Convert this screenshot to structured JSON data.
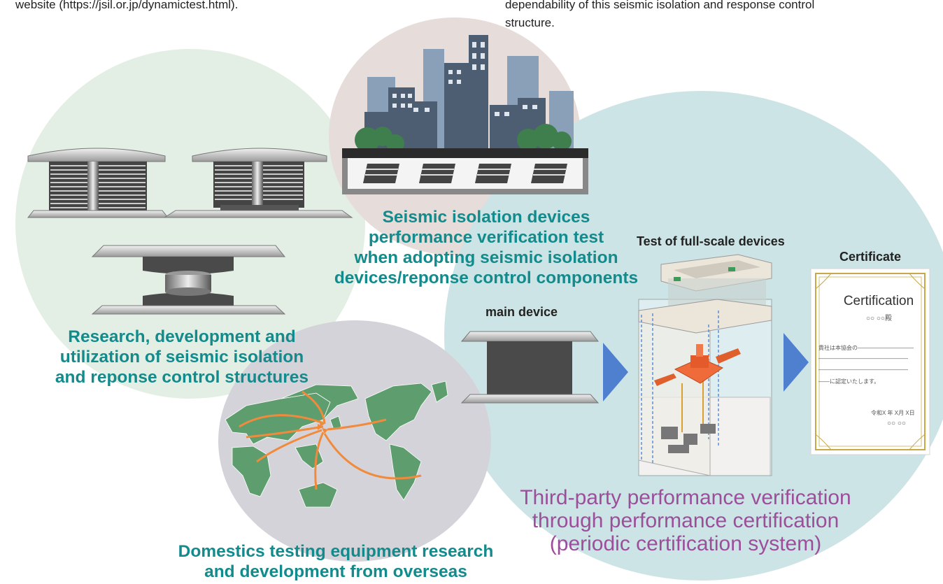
{
  "top_text": {
    "left": "website (https://jsil.or.jp/dynamictest.html).",
    "right_line1": "dependability of this seismic isolation and response control",
    "right_line2": "structure."
  },
  "captions": {
    "research": [
      "Research, development and",
      "utilization of seismic isolation",
      "and reponse control structures"
    ],
    "seismic": [
      "Seismic isolation devices",
      "performance verification test",
      "when adopting seismic isolation",
      "devices/reponse control components"
    ],
    "domestic": [
      "Domestics testing equipment research",
      "and development from overseas"
    ],
    "third_party": [
      "Third-party performance verification",
      "through performance certification",
      "(periodic certification system)"
    ]
  },
  "labels": {
    "test_full_scale": "Test of full-scale devices",
    "certificate": "Certificate",
    "main_device": "main device"
  },
  "certificate_doc": {
    "title": "Certification",
    "addressee": "○○ ○○殿",
    "body_line1": "貴社は本協会の――――――――――",
    "body_line2": "――――――――――――――――",
    "body_line3": "――――――――――――――――",
    "body_line4": "――に認定いたします。",
    "date": "令和X 年 X月 X日",
    "signer": "○○ ○○"
  },
  "colors": {
    "caption_teal": "#138b8c",
    "purple_text": "#9b4f9b",
    "arrow_blue": "#4f7fcf",
    "circle_green": "#e3efe4",
    "circle_rose": "#e6dcd9",
    "circle_gray": "#d5d3da",
    "circle_teal": "#cde4e6",
    "map_green": "#5e9e6e",
    "map_arrow": "#f08a3c"
  },
  "icons": [
    "bearing-icon",
    "city-icon",
    "world-map-icon",
    "test-rig-icon",
    "certificate-icon",
    "arrow-right-icon"
  ]
}
